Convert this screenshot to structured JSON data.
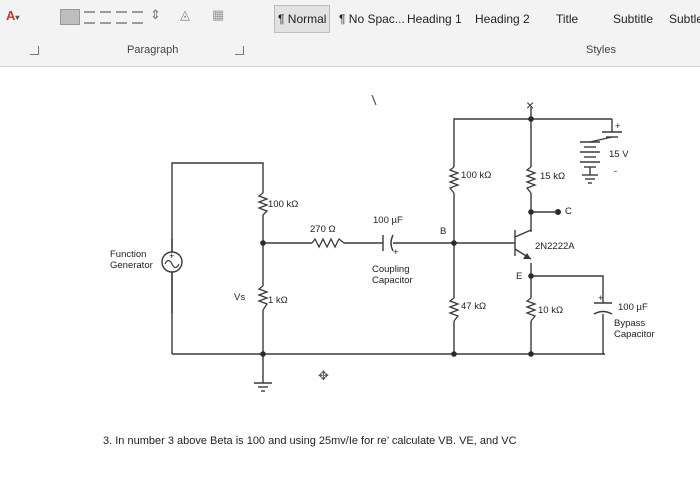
{
  "ribbon": {
    "styles": [
      {
        "label": "¶ Normal"
      },
      {
        "label": "¶ No Spac..."
      },
      {
        "label": "Heading 1"
      },
      {
        "label": "Heading 2"
      },
      {
        "label": "Title"
      },
      {
        "label": "Subtitle"
      },
      {
        "label": "Subtle"
      }
    ],
    "group_paragraph": "Paragraph",
    "group_styles": "Styles",
    "font_color_glyph": "A"
  },
  "circuit": {
    "labels": {
      "function_generator_1": "Function",
      "function_generator_2": "Generator",
      "vs": "Vs",
      "r_top_left": "100 kΩ",
      "r_bottom_left": "1 kΩ",
      "r_series": "270 Ω",
      "cap_coupling_value": "100 µF",
      "cap_coupling_1": "Coupling",
      "cap_coupling_2": "Capacitor",
      "node_b": "B",
      "r1": "100 kΩ",
      "r2": "47 kΩ",
      "rc": "15 kΩ",
      "re": "10 kΩ",
      "node_c": "C",
      "node_e": "E",
      "transistor": "2N2222A",
      "vcc": "15 V",
      "cap_bypass_value": "100 µF",
      "cap_bypass_1": "Bypass",
      "cap_bypass_2": "Capacitor",
      "plus": "+",
      "minus": "-",
      "x_mark": "×"
    }
  },
  "question": "3. In number 3 above Beta is 100 and using 25mv/Ie  for re’  calculate VB.  VE, and VC",
  "colors": {
    "accent_red": "#d0342c",
    "wire": "#3a3a3a"
  }
}
